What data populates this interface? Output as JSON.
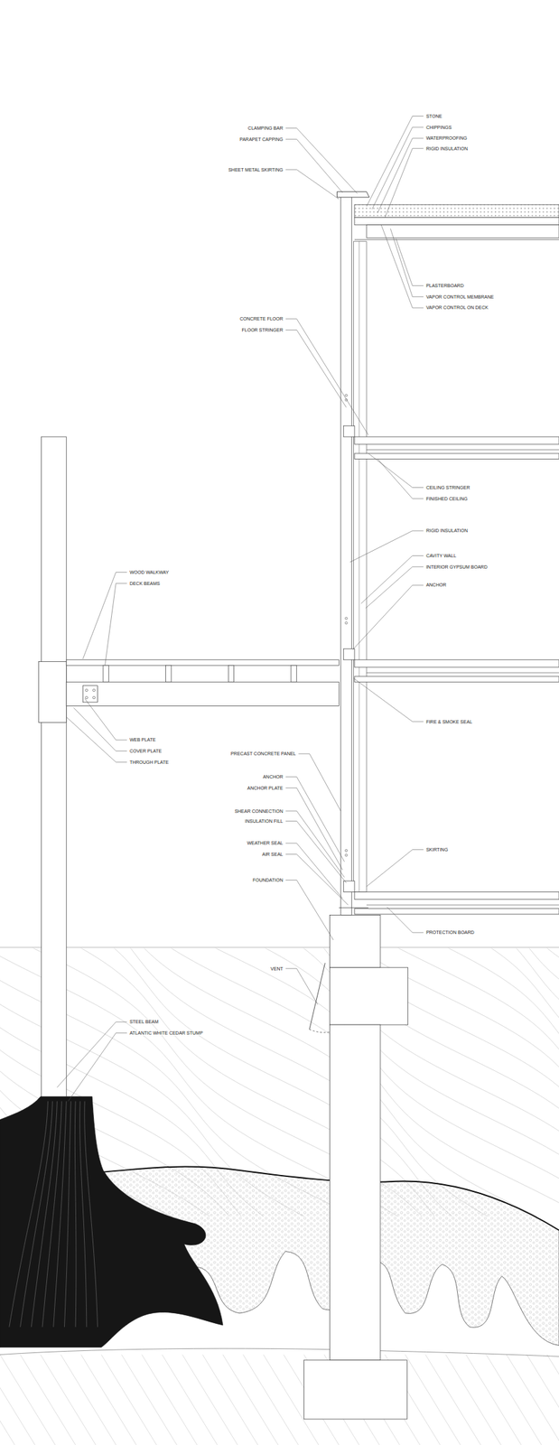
{
  "diagram": {
    "labels": [
      "CLAMPING BAR",
      "PARAPET CAPPING",
      "SHEET METAL SKIRTING",
      "CONCRETE FLOOR",
      "FLOOR STRINGER",
      "WOOD WALKWAY",
      "DECK BEAMS",
      "WEB PLATE",
      "COVER PLATE",
      "THROUGH PLATE",
      "PRECAST CONCRETE PANEL",
      "ANCHOR",
      "ANCHOR PLATE",
      "SHEAR CONNECTION",
      "INSULATION FILL",
      "WEATHER SEAL",
      "AIR SEAL",
      "FOUNDATION",
      "VENT",
      "STEEL BEAM",
      "ATLANTIC WHITE CEDAR STUMP",
      "STONE",
      "CHIPPINGS",
      "WATERPROOFING",
      "RIGID INSULATION",
      "PLASTERBOARD",
      "VAPOR CONTROL MEMBRANE",
      "VAPOR CONTROL ON DECK",
      "CEILING STRINGER",
      "FINISHED CEILING",
      "RIGID INSULATION",
      "CAVITY WALL",
      "INTERIOR GYPSUM BOARD",
      "ANCHOR",
      "FIRE & SMOKE SEAL",
      "SKIRTING",
      "PROTECTION BOARD"
    ]
  }
}
